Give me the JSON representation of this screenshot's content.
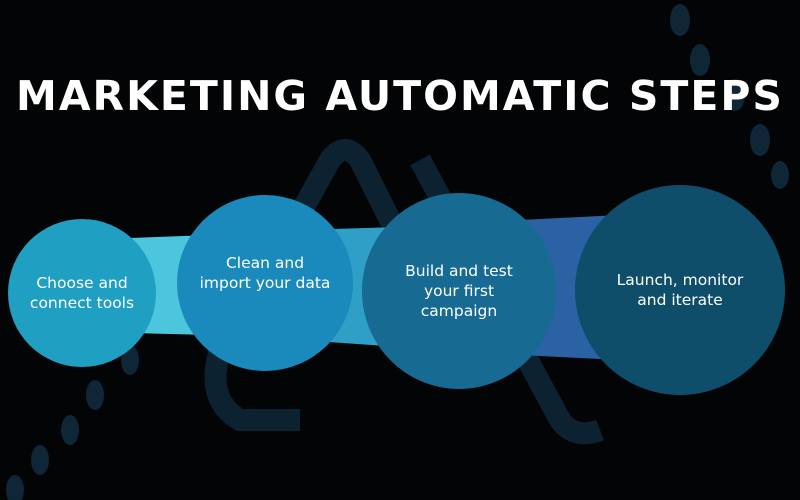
{
  "title": "MARKETING AUTOMATIC STEPS",
  "steps": [
    {
      "label": "Choose and connect tools",
      "color": "#1f9fc2"
    },
    {
      "label": "Clean and import your data",
      "color": "#1a8abc"
    },
    {
      "label": "Build and test your first campaign",
      "color": "#176a92"
    },
    {
      "label": "Launch, monitor and iterate",
      "color": "#0f4e6a"
    }
  ],
  "band_colors": [
    "#4cc6dc",
    "#2f9fc7",
    "#2a62a4"
  ]
}
